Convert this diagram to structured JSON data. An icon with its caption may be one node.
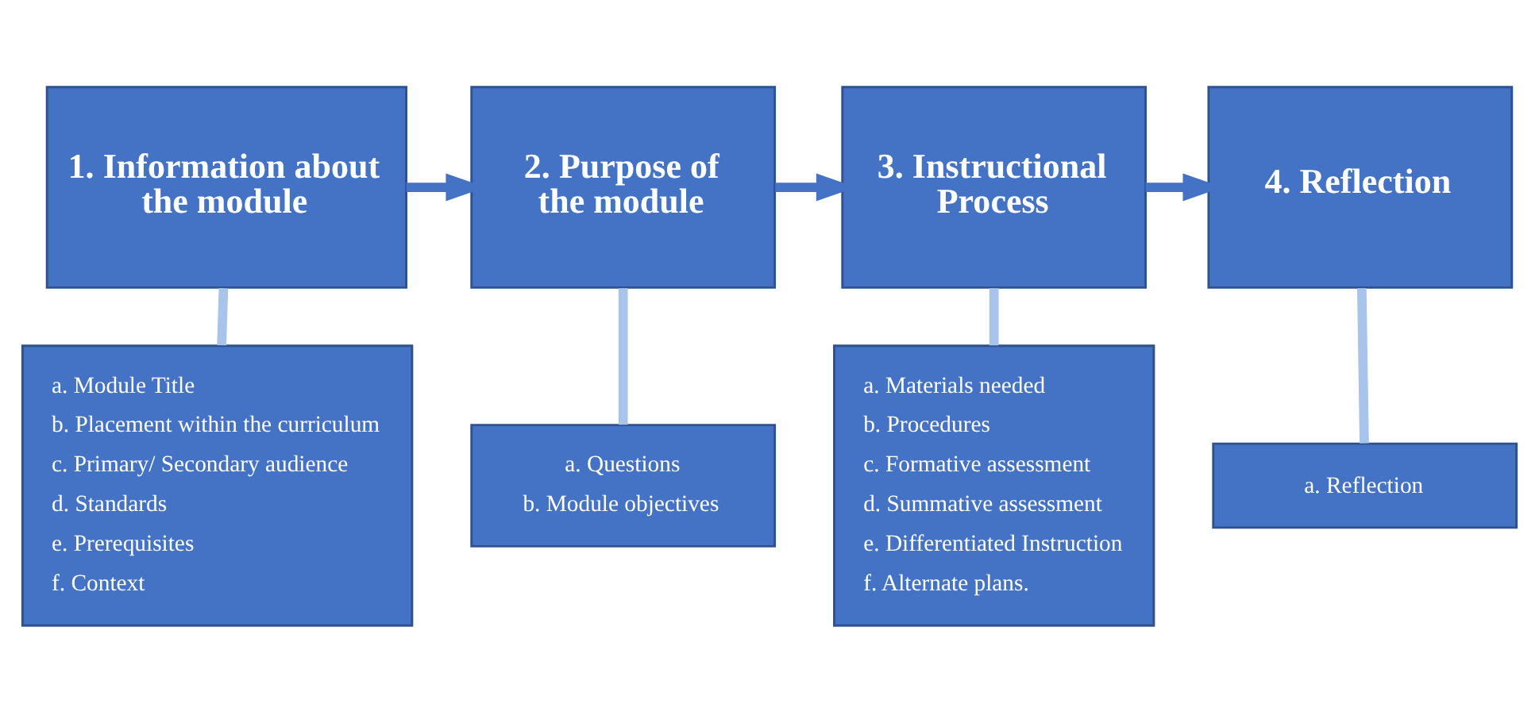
{
  "diagram": {
    "nodes": [
      {
        "text": [
          "1. Information about the module"
        ]
      },
      {
        "text": [
          "2. Purpose of the module"
        ]
      },
      {
        "text": [
          "3. Instructional Process"
        ]
      },
      {
        "text": [
          "4. Reflection"
        ]
      },
      {
        "text": [
          "a. Module Title",
          "b. Placement within the curriculum",
          "c. Primary/ Secondary audience",
          "d. Standards",
          "e. Prerequisites",
          "f. Context"
        ]
      },
      {
        "text": [
          "a. Questions",
          "b. Module objectives"
        ]
      },
      {
        "text": [
          "a. Materials needed",
          "b. Procedures",
          "c. Formative assessment",
          "d. Summative assessment",
          "e. Differentiated Instruction",
          "f. Alternate plans."
        ]
      },
      {
        "text": [
          "a. Reflection"
        ]
      }
    ],
    "edges": [
      {
        "from": 0,
        "to": 1,
        "arrow": "to",
        "color": "#4472c4"
      },
      {
        "from": 1,
        "to": 2,
        "arrow": "to",
        "color": "#4472c4"
      },
      {
        "from": 2,
        "to": 3,
        "arrow": "to",
        "color": "#4472c4"
      },
      {
        "from": 0,
        "to": 4,
        "arrow": "none",
        "color": "#a9c4eb"
      },
      {
        "from": 1,
        "to": 5,
        "arrow": "none",
        "color": "#a9c4eb"
      },
      {
        "from": 2,
        "to": 6,
        "arrow": "none",
        "color": "#a9c4eb"
      },
      {
        "from": 3,
        "to": 7,
        "arrow": "none",
        "color": "#a9c4eb"
      }
    ]
  }
}
